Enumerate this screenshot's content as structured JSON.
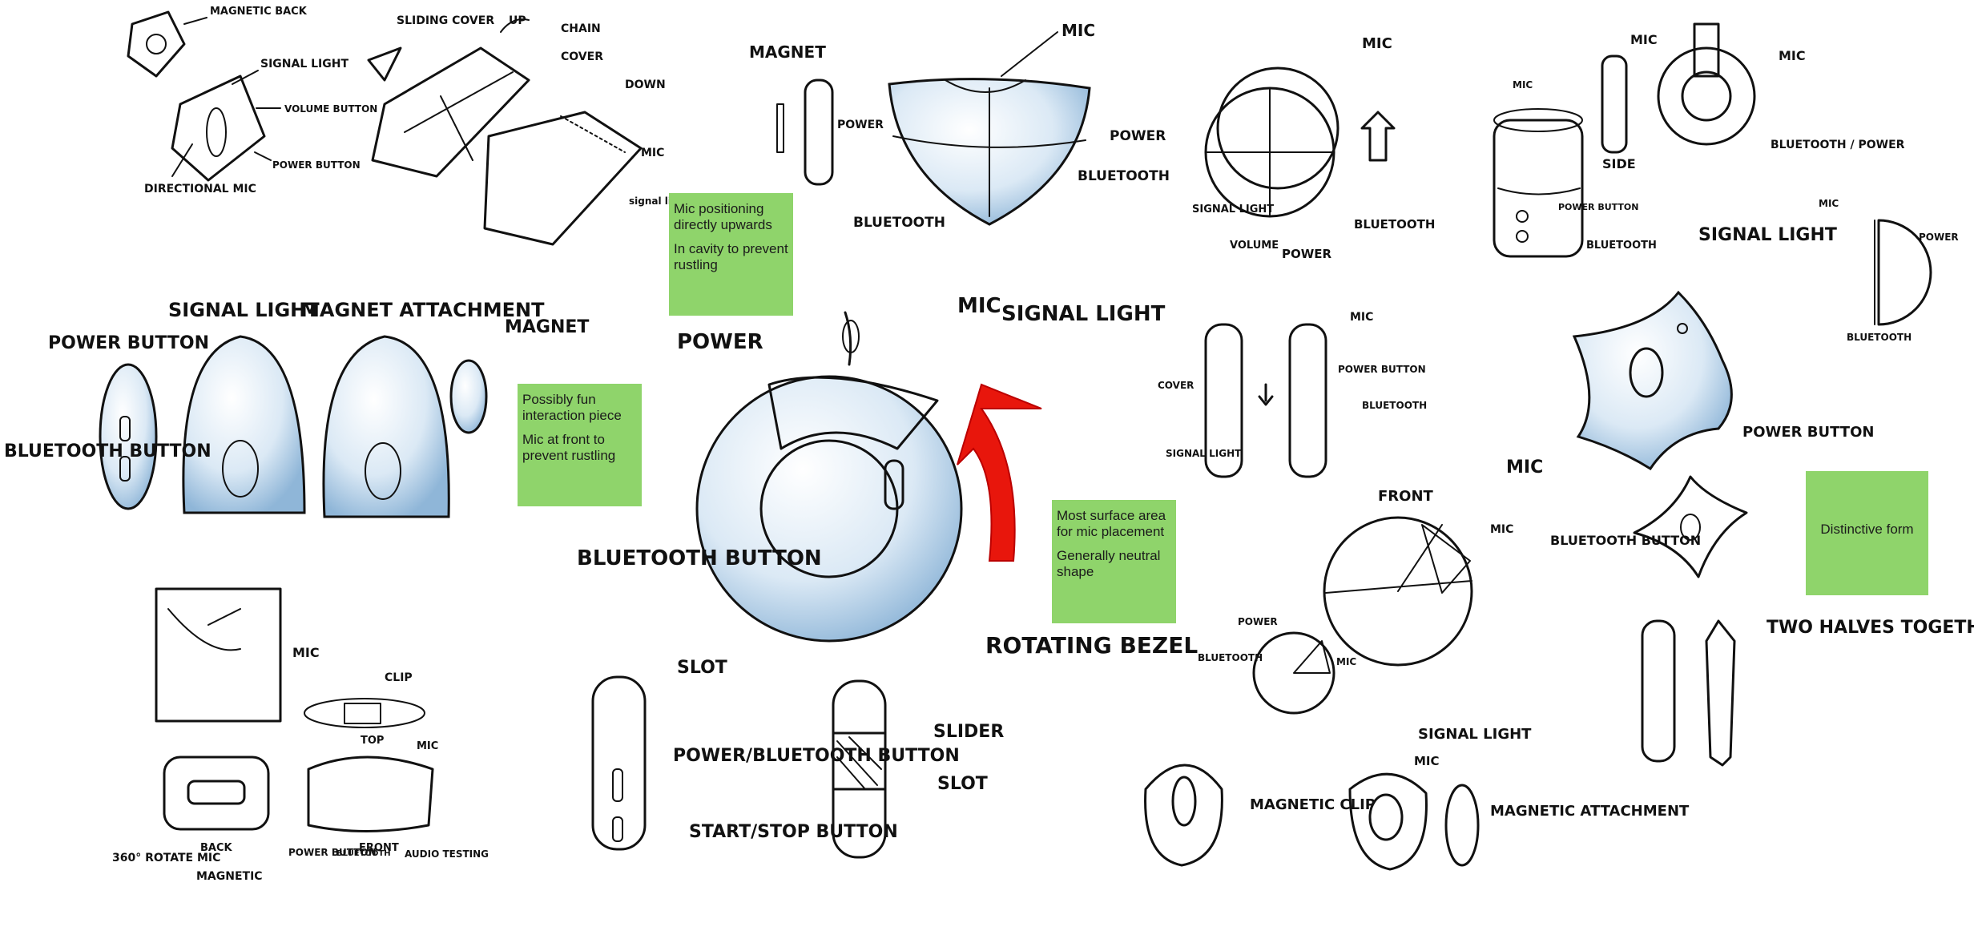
{
  "notes": [
    {
      "id": "mic-positioning",
      "lines": [
        "Mic positioning directly upwards",
        "In cavity to prevent rustling"
      ]
    },
    {
      "id": "fun-interaction",
      "lines": [
        "Possibly fun interaction piece",
        "Mic at front to prevent rustling"
      ]
    },
    {
      "id": "surface-area",
      "lines": [
        "Most surface area for mic placement",
        "Generally neutral shape"
      ]
    },
    {
      "id": "distinctive",
      "lines": [
        "Distinctive form"
      ]
    }
  ],
  "labels": {
    "magnetic_back": "MAGNETIC BACK",
    "signal_light": "SIGNAL LIGHT",
    "volume_button": "VOLUME BUTTON",
    "power_button": "POWER BUTTON",
    "directional_mic": "DIRECTIONAL MIC",
    "sliding_cover": "SLIDING COVER",
    "up": "UP",
    "chain": "CHAIN",
    "cover": "COVER",
    "down": "DOWN",
    "power": "POWER",
    "bluetooth": "BLUETOOTH",
    "mic": "MIC",
    "magnet": "MAGNET",
    "signal_light_small": "signal light",
    "magnet_attachment": "MAGNET ATTACHMENT",
    "bluetooth_button": "BLUETOOTH BUTTON",
    "rotating_bezel": "ROTATING BEZEL",
    "volume": "VOLUME",
    "side": "SIDE",
    "bluetooth_power": "BLUETOOTH / POWER",
    "front": "FRONT",
    "two_halves": "TWO HALVES TOGETHER",
    "slot": "SLOT",
    "power_bluetooth_button": "POWER/BLUETOOTH BUTTON",
    "start_stop_button": "START/STOP BUTTON",
    "slider": "SLIDER",
    "clip": "CLIP",
    "top": "TOP",
    "back": "BACK",
    "rotate_360": "360° ROTATE MIC",
    "magnetic": "MAGNETIC",
    "front_small": "FRONT",
    "audio_testing": "AUDIO TESTING",
    "magnetic_clip": "MAGNETIC CLIP",
    "magnetic_attachment": "MAGNETIC ATTACHMENT",
    "signal_light_one": "SIGNAL LIGHT"
  },
  "colors": {
    "sticky": "#8fd46b",
    "arrow": "#e8160c",
    "marker_blue": "#b9d4ea",
    "ink": "#111111"
  }
}
